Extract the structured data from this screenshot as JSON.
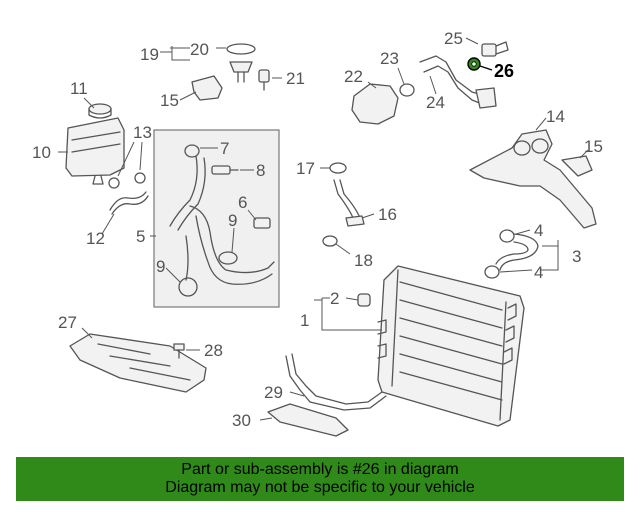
{
  "diagram": {
    "highlighted_part": "26",
    "callouts": {
      "c1": "1",
      "c2": "2",
      "c3": "3",
      "c4a": "4",
      "c4b": "4",
      "c5": "5",
      "c6": "6",
      "c7": "7",
      "c8": "8",
      "c9a": "9",
      "c9b": "9",
      "c10": "10",
      "c11": "11",
      "c12": "12",
      "c13": "13",
      "c14": "14",
      "c15a": "15",
      "c15b": "15",
      "c16": "16",
      "c17": "17",
      "c18": "18",
      "c19": "19",
      "c20": "20",
      "c21": "21",
      "c22": "22",
      "c23": "23",
      "c24": "24",
      "c25": "25",
      "c26": "26",
      "c27": "27",
      "c28": "28",
      "c29": "29",
      "c30": "30"
    }
  },
  "banner": {
    "line1": "Part or sub-assembly is #26 in diagram",
    "line2": "Diagram may not be specific to your vehicle"
  },
  "colors": {
    "banner_bg": "#2f8a19",
    "highlight_part": "#2f8a19",
    "line_art": "#555555"
  }
}
